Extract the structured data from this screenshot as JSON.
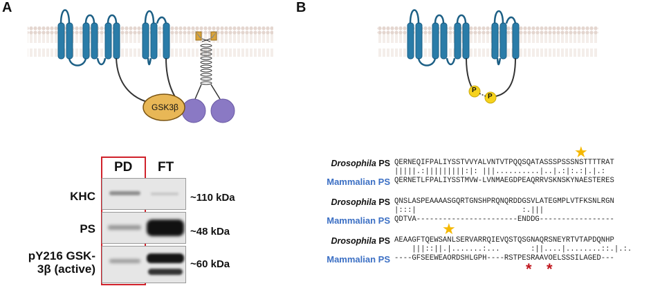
{
  "panels": {
    "a_letter": "A",
    "b_letter": "B"
  },
  "diagram_a": {
    "kinase_label": "GSK3β"
  },
  "diagram_b": {
    "phospho_label_1": "P",
    "phospho_label_2": "P"
  },
  "blot": {
    "columns": [
      "PD",
      "FT"
    ],
    "rows": [
      {
        "label": "KHC",
        "size": "~110 kDa"
      },
      {
        "label": "PS",
        "size": "~48 kDa"
      },
      {
        "label_line1": "pY216 GSK-",
        "label_line2": "3β (active)",
        "size": "~60 kDa"
      }
    ]
  },
  "alignment": {
    "drosophila_label": "Drosophila",
    "drosophila_suffix": "PS",
    "mammalian_label": "Mammalian PS",
    "blocks": [
      {
        "top": "QERNEQIFPALIYSSTVVYALVNTVTPQQSQATASSSPSSSNSTTTTRAT",
        "mid": "|||||.:|||||||||:|: |||..........|..|.:|:.:|.|.:",
        "bottom": "QERNETLFPALIYSSTMVW-LVNMAEGDPEAQRRVSKNSKYNAESTERES"
      },
      {
        "top": "QNSLASPEAAAASGQRTGNSHPRQNQRDDGSVLATEGMPLVTFKSNLRGN",
        "mid": "|:::|                        :.|||",
        "bottom": "QDTVA-----------------------ENDDG-----------------"
      },
      {
        "top": "AEAAGFTQEWSANLSERVARRQIEVQSTQSGNAQRSNEYRTVTAPDQNHP",
        "mid": "    |||::||.|.......:...       :||....|........::.|.:.",
        "bottom": "----GFSEEWEAORDSHLGPH----RSTPESRAAVOELSSSILAGED---"
      }
    ]
  }
}
